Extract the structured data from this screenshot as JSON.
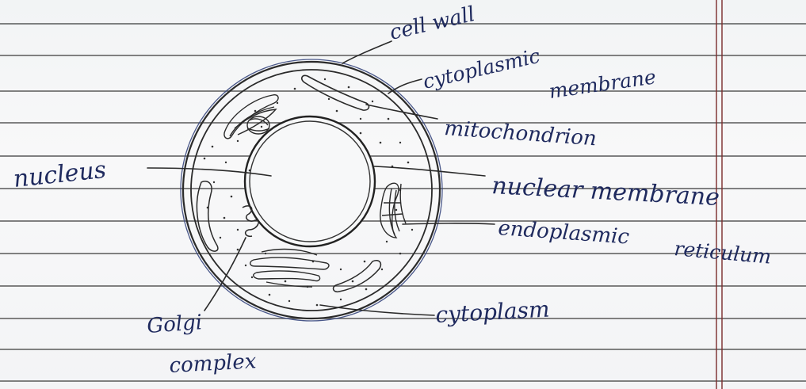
{
  "labels": {
    "cell_wall": "cell wall",
    "cytoplasmic_membrane_1": "cytoplasmic",
    "cytoplasmic_membrane_2": "membrane",
    "mitochondrion": "mitochondrion",
    "nucleus": "nucleus",
    "nuclear_membrane": "nuclear membrane",
    "endoplasmic_reticulum_1": "endoplasmic",
    "endoplasmic_reticulum_2": "reticulum",
    "cytoplasm": "cytoplasm",
    "golgi_complex_1": "Golgi",
    "golgi_complex_2": "complex"
  },
  "colors": {
    "ink": "#1f2a5e",
    "pencil": "#2a2a2a",
    "rule_line": "#3a3a3a",
    "margin_line": "#8a2a2a",
    "paper": "#f5f6f7"
  }
}
